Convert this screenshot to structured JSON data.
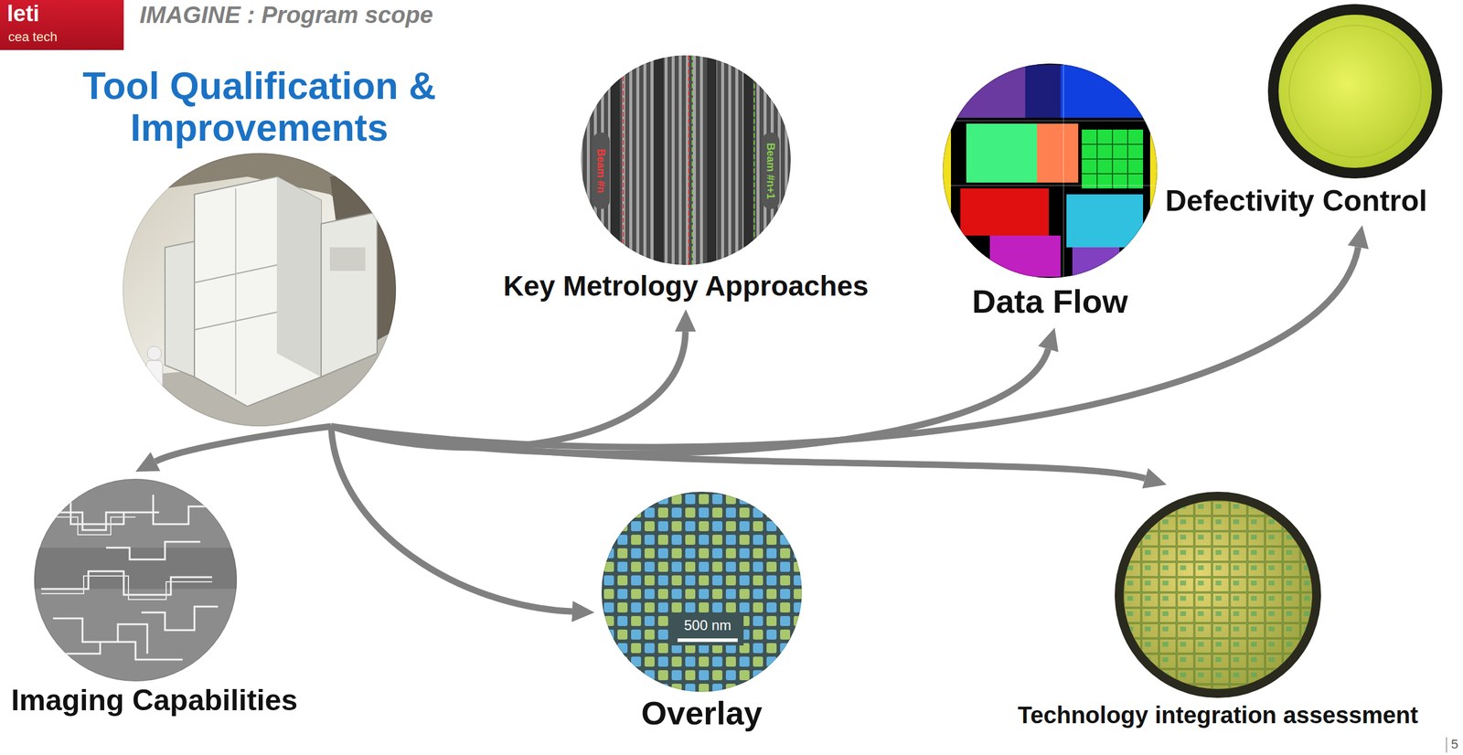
{
  "diagram": {
    "title": "IMAGINE : Program scope",
    "nodes": [
      {
        "text": [
          "Tool Qualification & Improvements"
        ]
      },
      {
        "text": [
          "Key Metrology Approaches"
        ]
      },
      {
        "text": [
          "Data Flow"
        ]
      },
      {
        "text": [
          "Defectivity Control"
        ]
      },
      {
        "text": [
          "Imaging Capabilities"
        ]
      },
      {
        "text": [
          "Overlay"
        ]
      },
      {
        "text": [
          "Technology integration assessment"
        ]
      }
    ],
    "edges": [
      {
        "from": 0,
        "to": 1,
        "arrow": "to"
      },
      {
        "from": 0,
        "to": 2,
        "arrow": "to"
      },
      {
        "from": 0,
        "to": 3,
        "arrow": "to"
      },
      {
        "from": 0,
        "to": 4,
        "arrow": "to"
      },
      {
        "from": 0,
        "to": 5,
        "arrow": "to"
      },
      {
        "from": 0,
        "to": 6,
        "arrow": "to"
      }
    ],
    "labels": [
      "leti",
      "cea tech",
      "Beam #n",
      "Beam #n+1",
      "500 nm",
      "5"
    ]
  }
}
